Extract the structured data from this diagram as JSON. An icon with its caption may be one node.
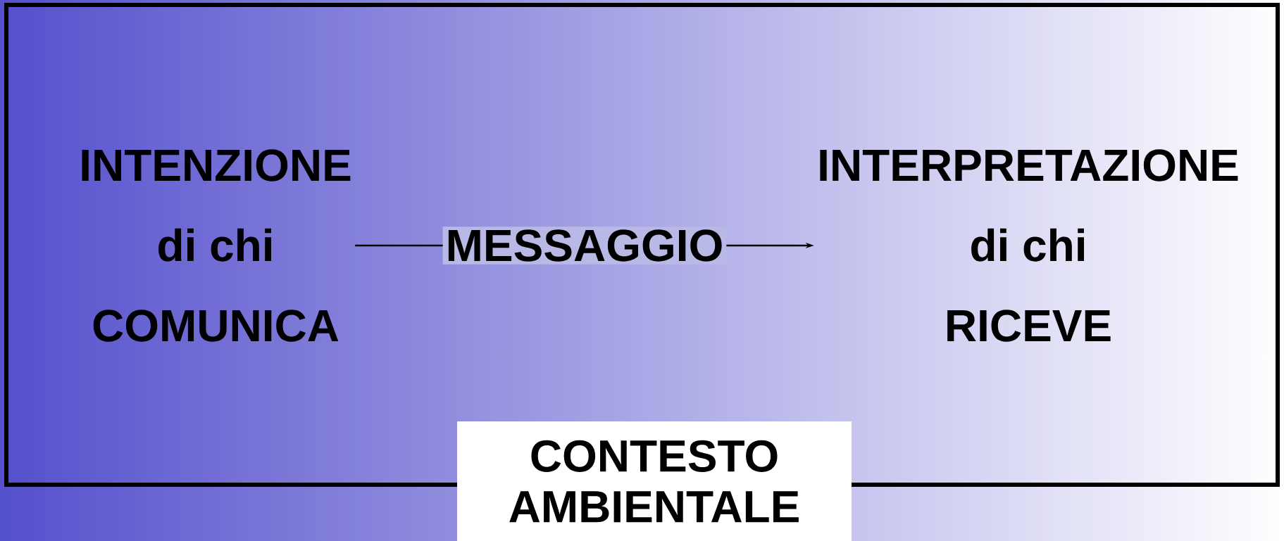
{
  "diagram": {
    "nodes": [
      {
        "text": [
          "INTENZIONE",
          "di chi",
          "COMUNICA"
        ]
      },
      {
        "text": [
          "INTERPRETAZIONE",
          "di chi",
          "RICEVE"
        ]
      },
      {
        "text": [
          "CONTESTO AMBIENTALE"
        ]
      }
    ],
    "edges": [
      {
        "from": 0,
        "to": 1,
        "arrow": "to",
        "label": "MESSAGGIO"
      }
    ]
  }
}
